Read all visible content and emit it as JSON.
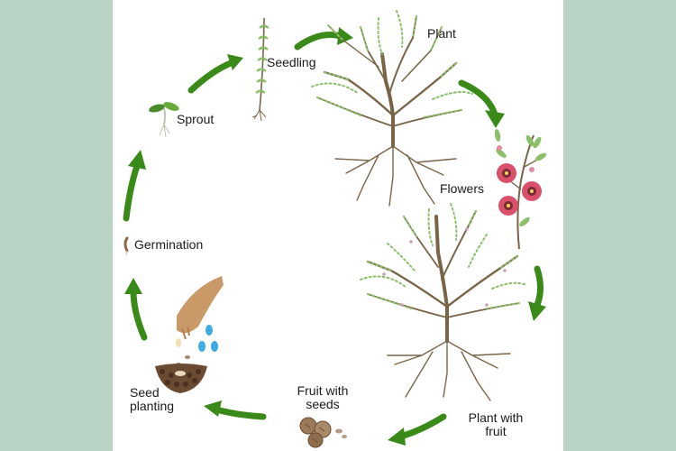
{
  "diagram": {
    "stages": [
      {
        "id": "seedling",
        "label": "Seedling"
      },
      {
        "id": "plant",
        "label": "Plant"
      },
      {
        "id": "flowers",
        "label": "Flowers"
      },
      {
        "id": "plant-with-fruit",
        "label": "Plant with\nfruit"
      },
      {
        "id": "fruit-with-seeds",
        "label": "Fruit with\nseeds"
      },
      {
        "id": "seed-planting",
        "label": "Seed\nplanting"
      },
      {
        "id": "germination",
        "label": "Germination"
      },
      {
        "id": "sprout",
        "label": "Sprout"
      }
    ]
  },
  "colors": {
    "background": "#b9d3c4",
    "panel": "#ffffff",
    "arrow": "#3a8a1a",
    "branch": "#7a6448",
    "leaf": "#8bbf6a",
    "flower": "#d9506a",
    "soil": "#6b4a32",
    "water": "#3fa9e0",
    "hand": "#c99a68"
  }
}
